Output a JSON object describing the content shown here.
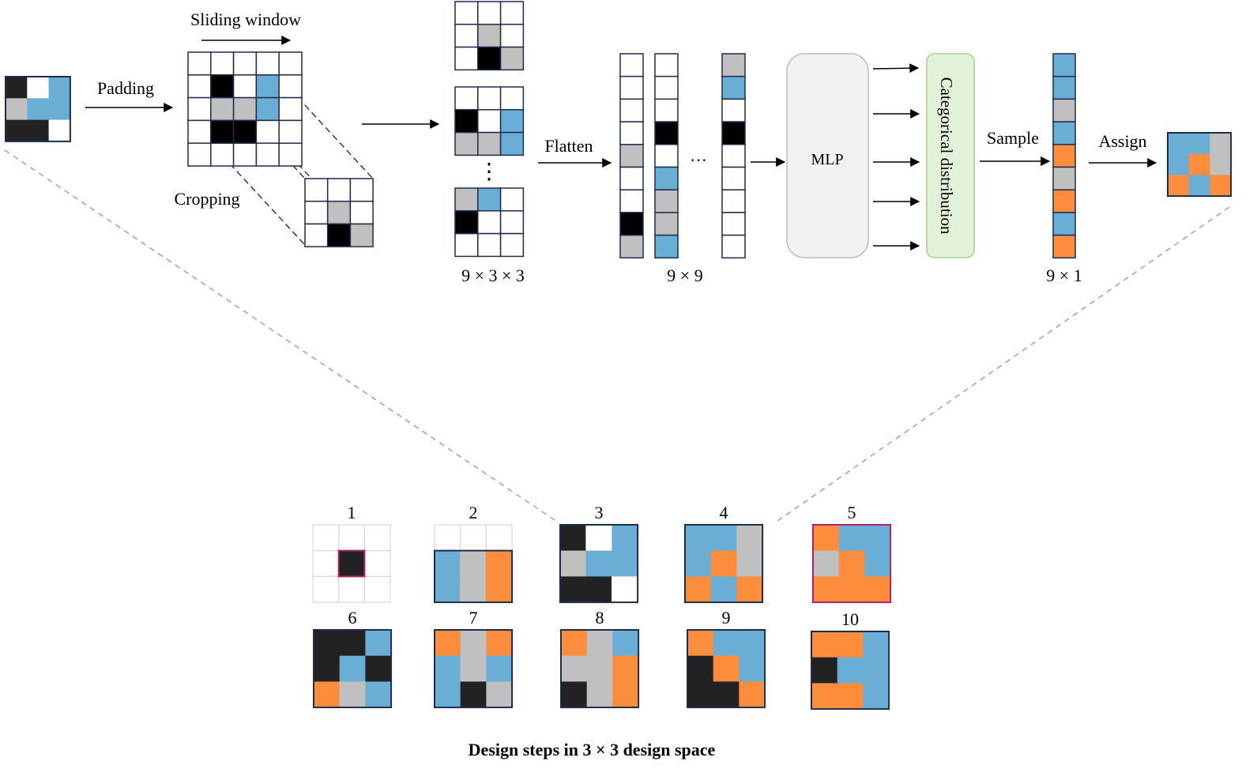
{
  "labels": {
    "padding": "Padding",
    "sliding_window": "Sliding window",
    "cropping": "Cropping",
    "flatten": "Flatten",
    "mlp": "MLP",
    "categorical_distribution": "Categorical distribution",
    "sample": "Sample",
    "assign": "Assign",
    "dim_patches": "9 × 3 × 3",
    "dim_flat": "9 × 9",
    "dim_out": "9 × 1",
    "ellipsis_v": "⋮",
    "ellipsis_h": "···",
    "caption": "Design steps in 3 × 3 design space"
  },
  "colors": {
    "W": "#ffffff",
    "K": "#000000",
    "D": "#222222",
    "G": "#c0c0c0",
    "B": "#6aaed6",
    "O": "#fc8d3c",
    "grid_border": "#1f2d4d",
    "mlp_fill": "#f2f2f2",
    "mlp_stroke": "#bdbdbd",
    "cat_fill": "#e2f2d8",
    "cat_stroke": "#a3d38c",
    "dash": "#9fa8b8",
    "highlight": "#b0206b"
  },
  "input_grid": [
    "DWB",
    "GBB",
    "DDW"
  ],
  "padded_grid": [
    "WWWWW",
    "WKWBW",
    "WGGBW",
    "WKKWW",
    "WWWWW"
  ],
  "crop_grid": [
    "WWW",
    "WGW",
    "WKG"
  ],
  "patches": [
    [
      "WWW",
      "WGW",
      "WKG"
    ],
    [
      "WWW",
      "KWB",
      "GGB"
    ],
    [
      "GBW",
      "KWW",
      "WWW"
    ]
  ],
  "flat_columns": [
    [
      "W",
      "W",
      "W",
      "W",
      "G",
      "W",
      "W",
      "K",
      "G"
    ],
    [
      "W",
      "W",
      "W",
      "K",
      "W",
      "B",
      "G",
      "G",
      "B"
    ],
    [
      "G",
      "B",
      "W",
      "K",
      "W",
      "W",
      "W",
      "W",
      "W"
    ]
  ],
  "sample_column": [
    "B",
    "B",
    "G",
    "B",
    "O",
    "G",
    "O",
    "B",
    "O"
  ],
  "assign_grid": [
    "BBG",
    "BOG",
    "OBO"
  ],
  "design_steps": [
    {
      "label": "1",
      "cells": [
        "WWW",
        "WDW",
        "WWW"
      ]
    },
    {
      "label": "2",
      "cells": [
        "WWW",
        "BGO",
        "BGO"
      ]
    },
    {
      "label": "3",
      "cells": [
        "DWB",
        "GBB",
        "DDW"
      ]
    },
    {
      "label": "4",
      "cells": [
        "BBG",
        "BOG",
        "OBO"
      ]
    },
    {
      "label": "5",
      "cells": [
        "OBB",
        "GOB",
        "OOO"
      ]
    },
    {
      "label": "6",
      "cells": [
        "DDB",
        "DBD",
        "OGB"
      ]
    },
    {
      "label": "7",
      "cells": [
        "OGO",
        "BGB",
        "BDG"
      ]
    },
    {
      "label": "8",
      "cells": [
        "OGB",
        "GGO",
        "DGO"
      ]
    },
    {
      "label": "9",
      "cells": [
        "OBB",
        "DOB",
        "DDO"
      ]
    },
    {
      "label": "10",
      "cells": [
        "OOB",
        "DBB",
        "OOB"
      ]
    }
  ]
}
